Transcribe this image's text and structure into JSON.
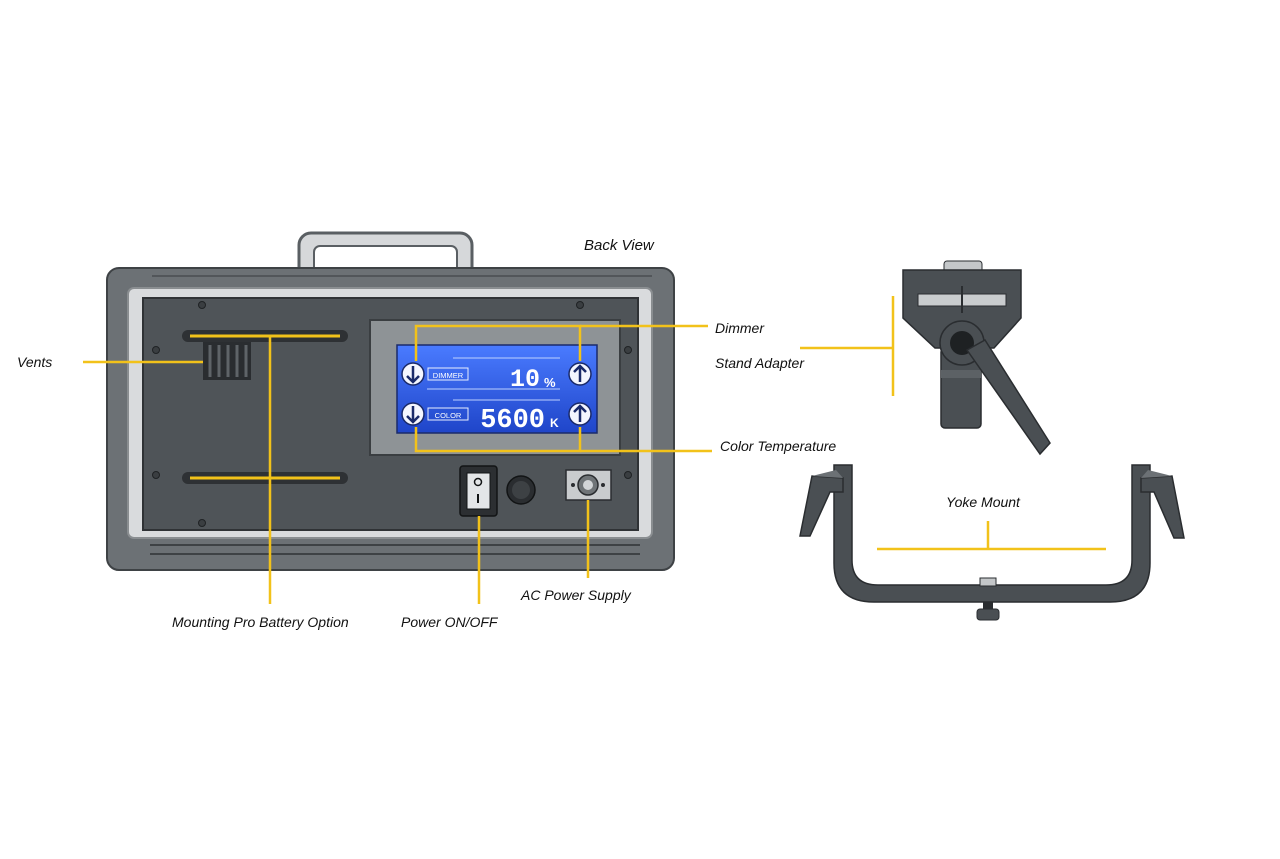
{
  "diagram": {
    "title": "Back View",
    "labels": {
      "vents": "Vents",
      "dimmer": "Dimmer",
      "stand_adapter": "Stand Adapter",
      "color_temperature": "Color Temperature",
      "yoke_mount": "Yoke Mount",
      "mounting_battery": "Mounting Pro Battery Option",
      "power_switch": "Power ON/OFF",
      "ac_power": "AC Power Supply"
    },
    "lcd": {
      "dimmer_tag": "DIMMER",
      "dimmer_value": "10",
      "dimmer_unit": "%",
      "color_tag": "COLOR",
      "color_value": "5600",
      "color_unit": "K"
    },
    "colors": {
      "panel": "#5a5f63",
      "frame": "#c8cbcd",
      "lcd": "#2f5fe0",
      "callout_line": "#f2c21a",
      "mount": "#4a4f53"
    }
  }
}
